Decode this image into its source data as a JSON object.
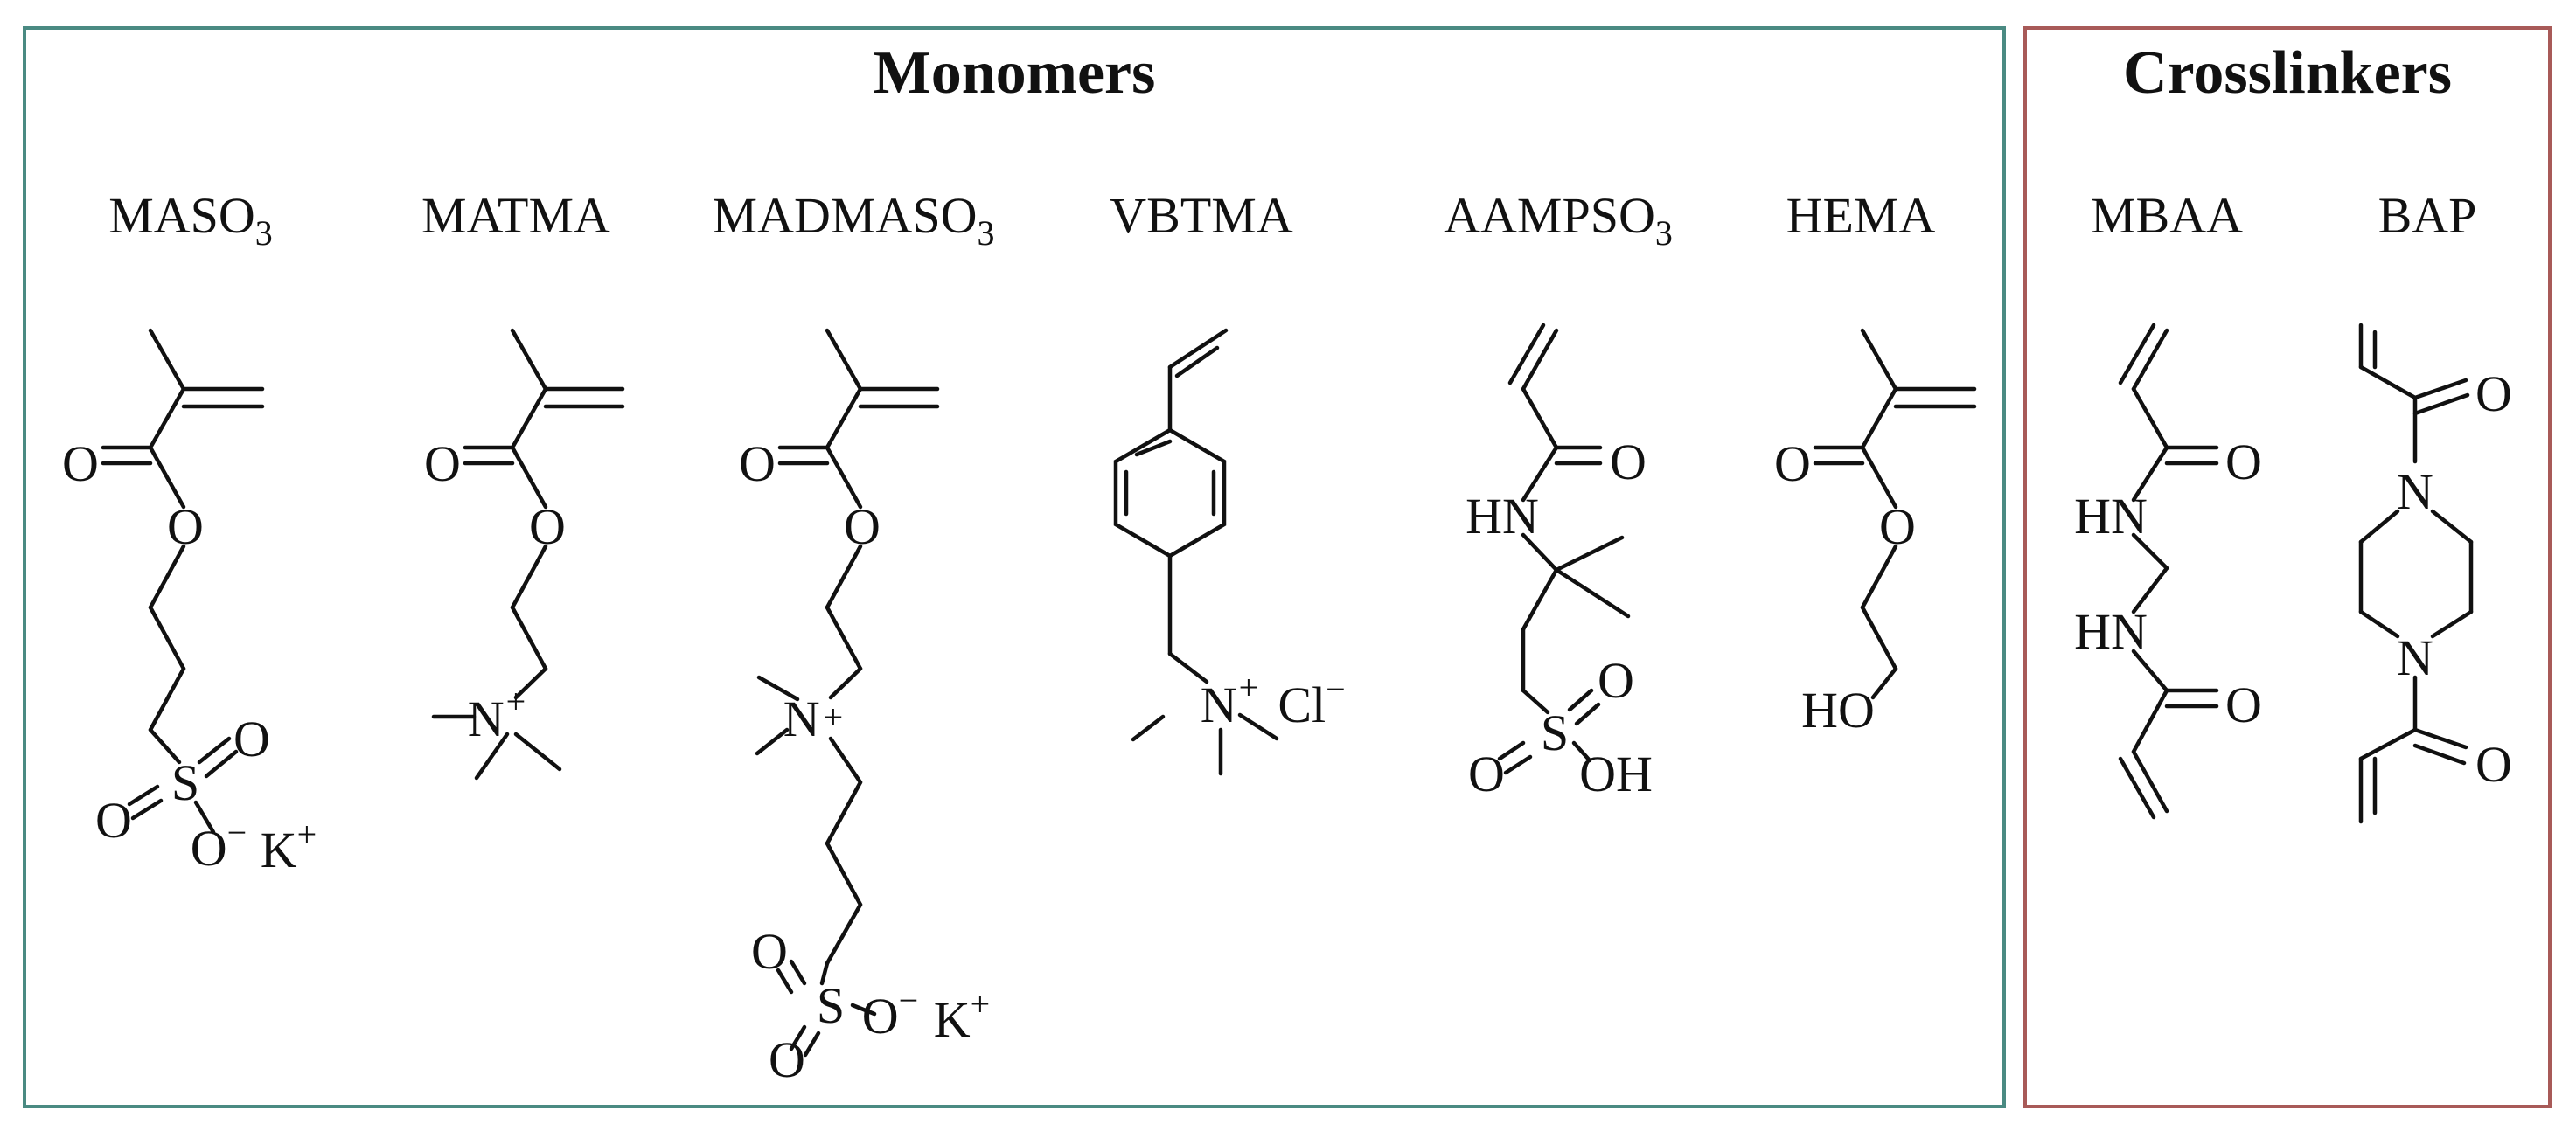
{
  "colors": {
    "monomers_accent": "#3d7570",
    "crosslinkers_accent": "#7a3030",
    "monomers_border": "#4a8a82",
    "crosslinkers_border": "#a85a58",
    "ink": "#111111"
  },
  "panels": {
    "monomers": {
      "title": "Monomers",
      "compounds": [
        {
          "key": "maso3",
          "name": "MASO",
          "sub": "3"
        },
        {
          "key": "matma",
          "name": "MATMA"
        },
        {
          "key": "madmaso3",
          "name": "MADMASO",
          "sub": "3"
        },
        {
          "key": "vbtma",
          "name": "VBTMA"
        },
        {
          "key": "aampso3",
          "name": "AAMPSO",
          "sub": "3"
        },
        {
          "key": "hema",
          "name": "HEMA"
        }
      ]
    },
    "crosslinkers": {
      "title": "Crosslinkers",
      "compounds": [
        {
          "key": "mbaa",
          "name": "MBAA"
        },
        {
          "key": "bap",
          "name": "BAP"
        }
      ]
    }
  },
  "atom_labels": {
    "O": "O",
    "S": "S",
    "N": "N",
    "HN": "HN",
    "HO": "HO",
    "OH": "OH",
    "K": "K",
    "Cl": "Cl",
    "plus": "+",
    "minus": "−"
  }
}
